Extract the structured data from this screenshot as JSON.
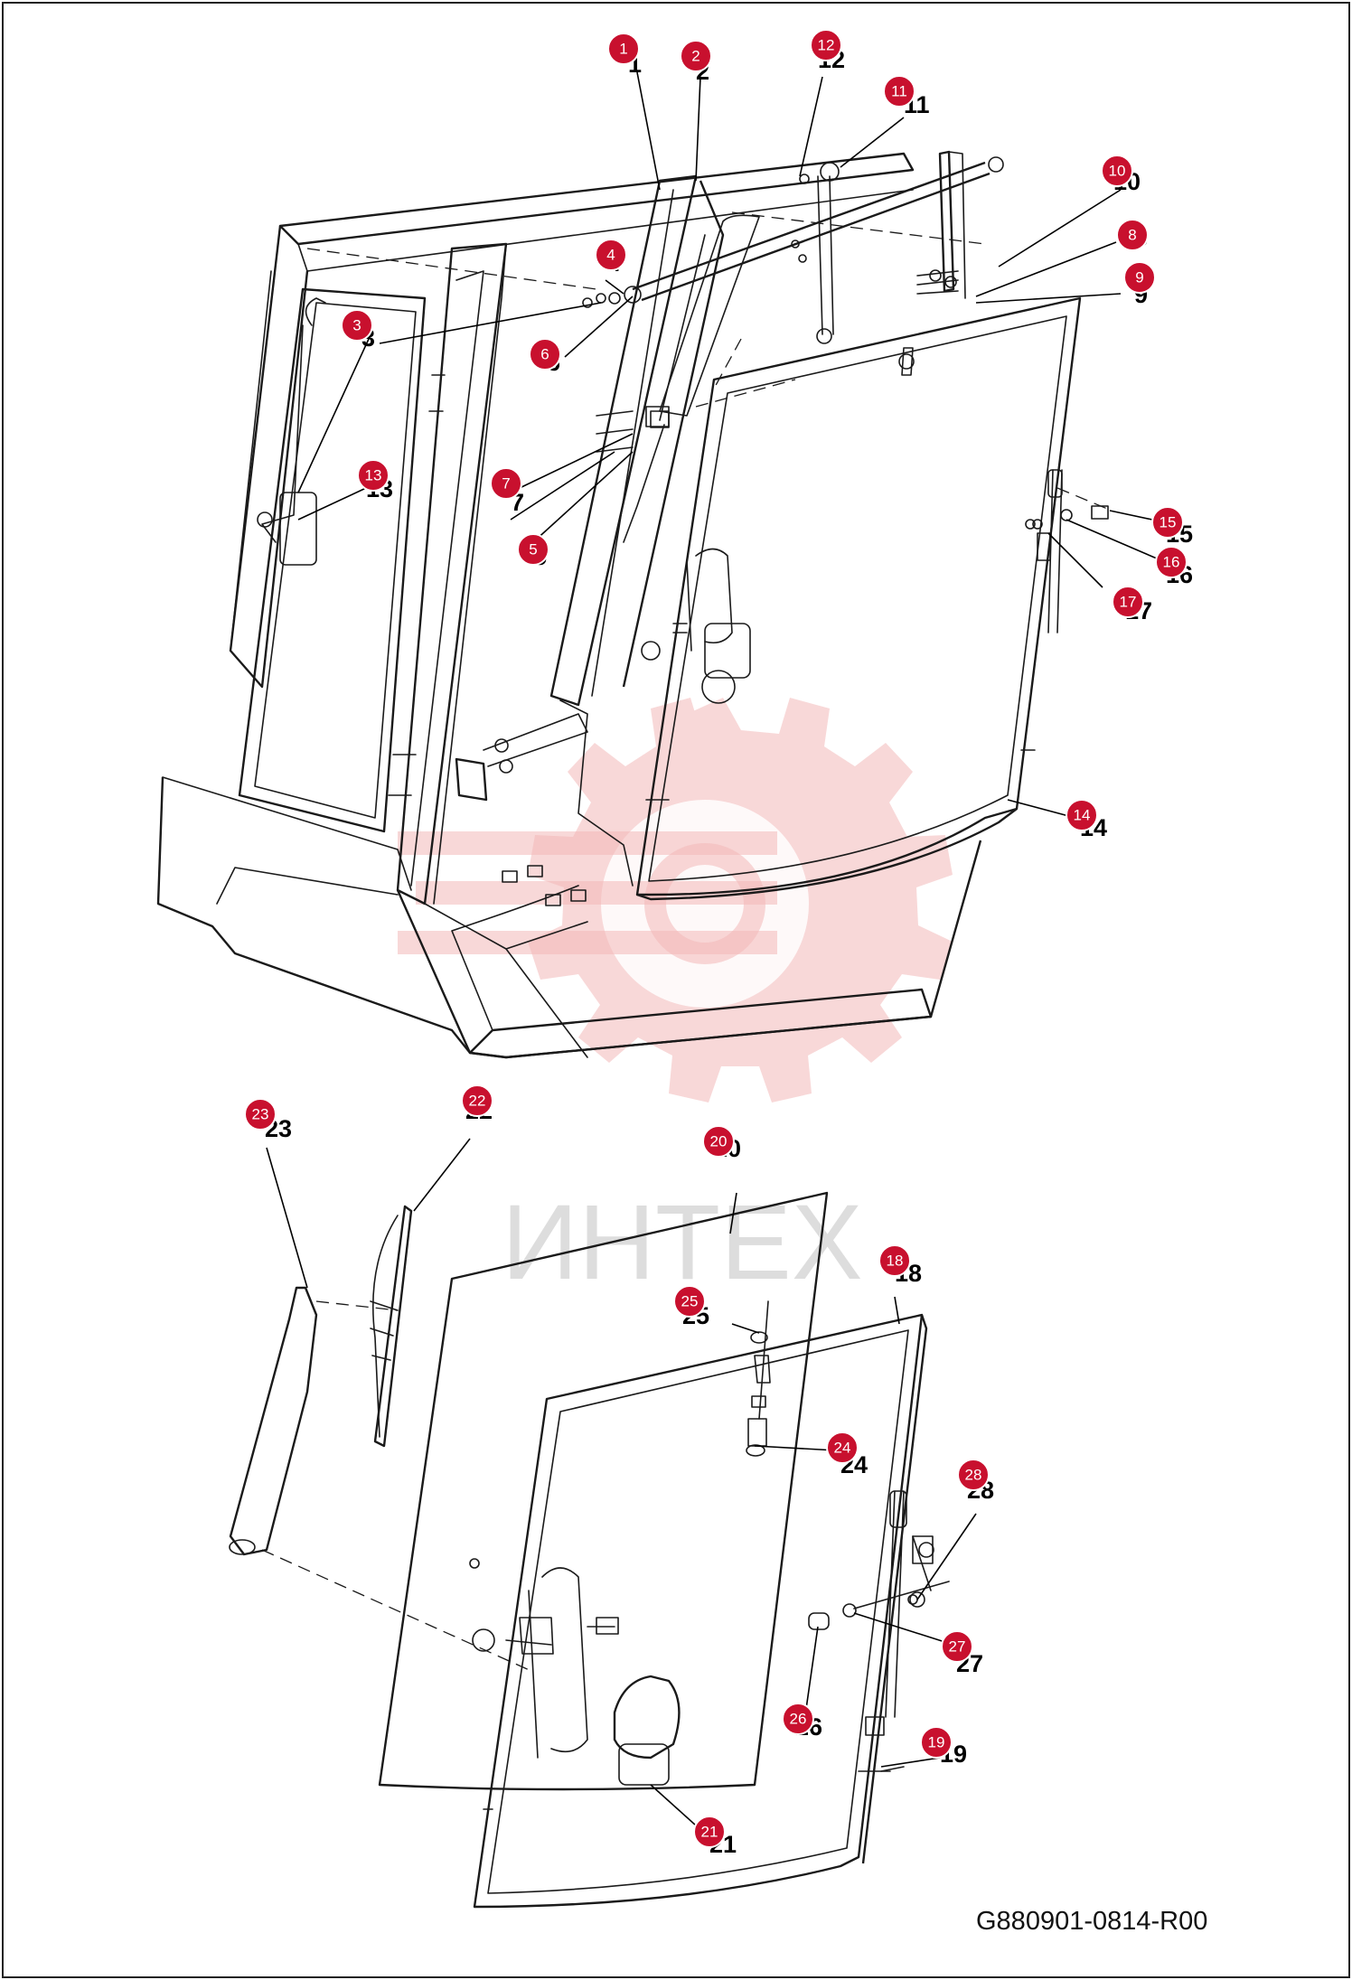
{
  "document_id": "G880901-0814-R00",
  "watermark_text": "ИНТЕХ",
  "accent_color": "#c8102e",
  "callouts": [
    "1",
    "2",
    "3",
    "4",
    "5",
    "6",
    "7",
    "8",
    "9",
    "10",
    "11",
    "12",
    "13",
    "14",
    "15",
    "16",
    "17",
    "18",
    "19",
    "20",
    "21",
    "22",
    "23",
    "24",
    "25",
    "26",
    "27",
    "28"
  ]
}
